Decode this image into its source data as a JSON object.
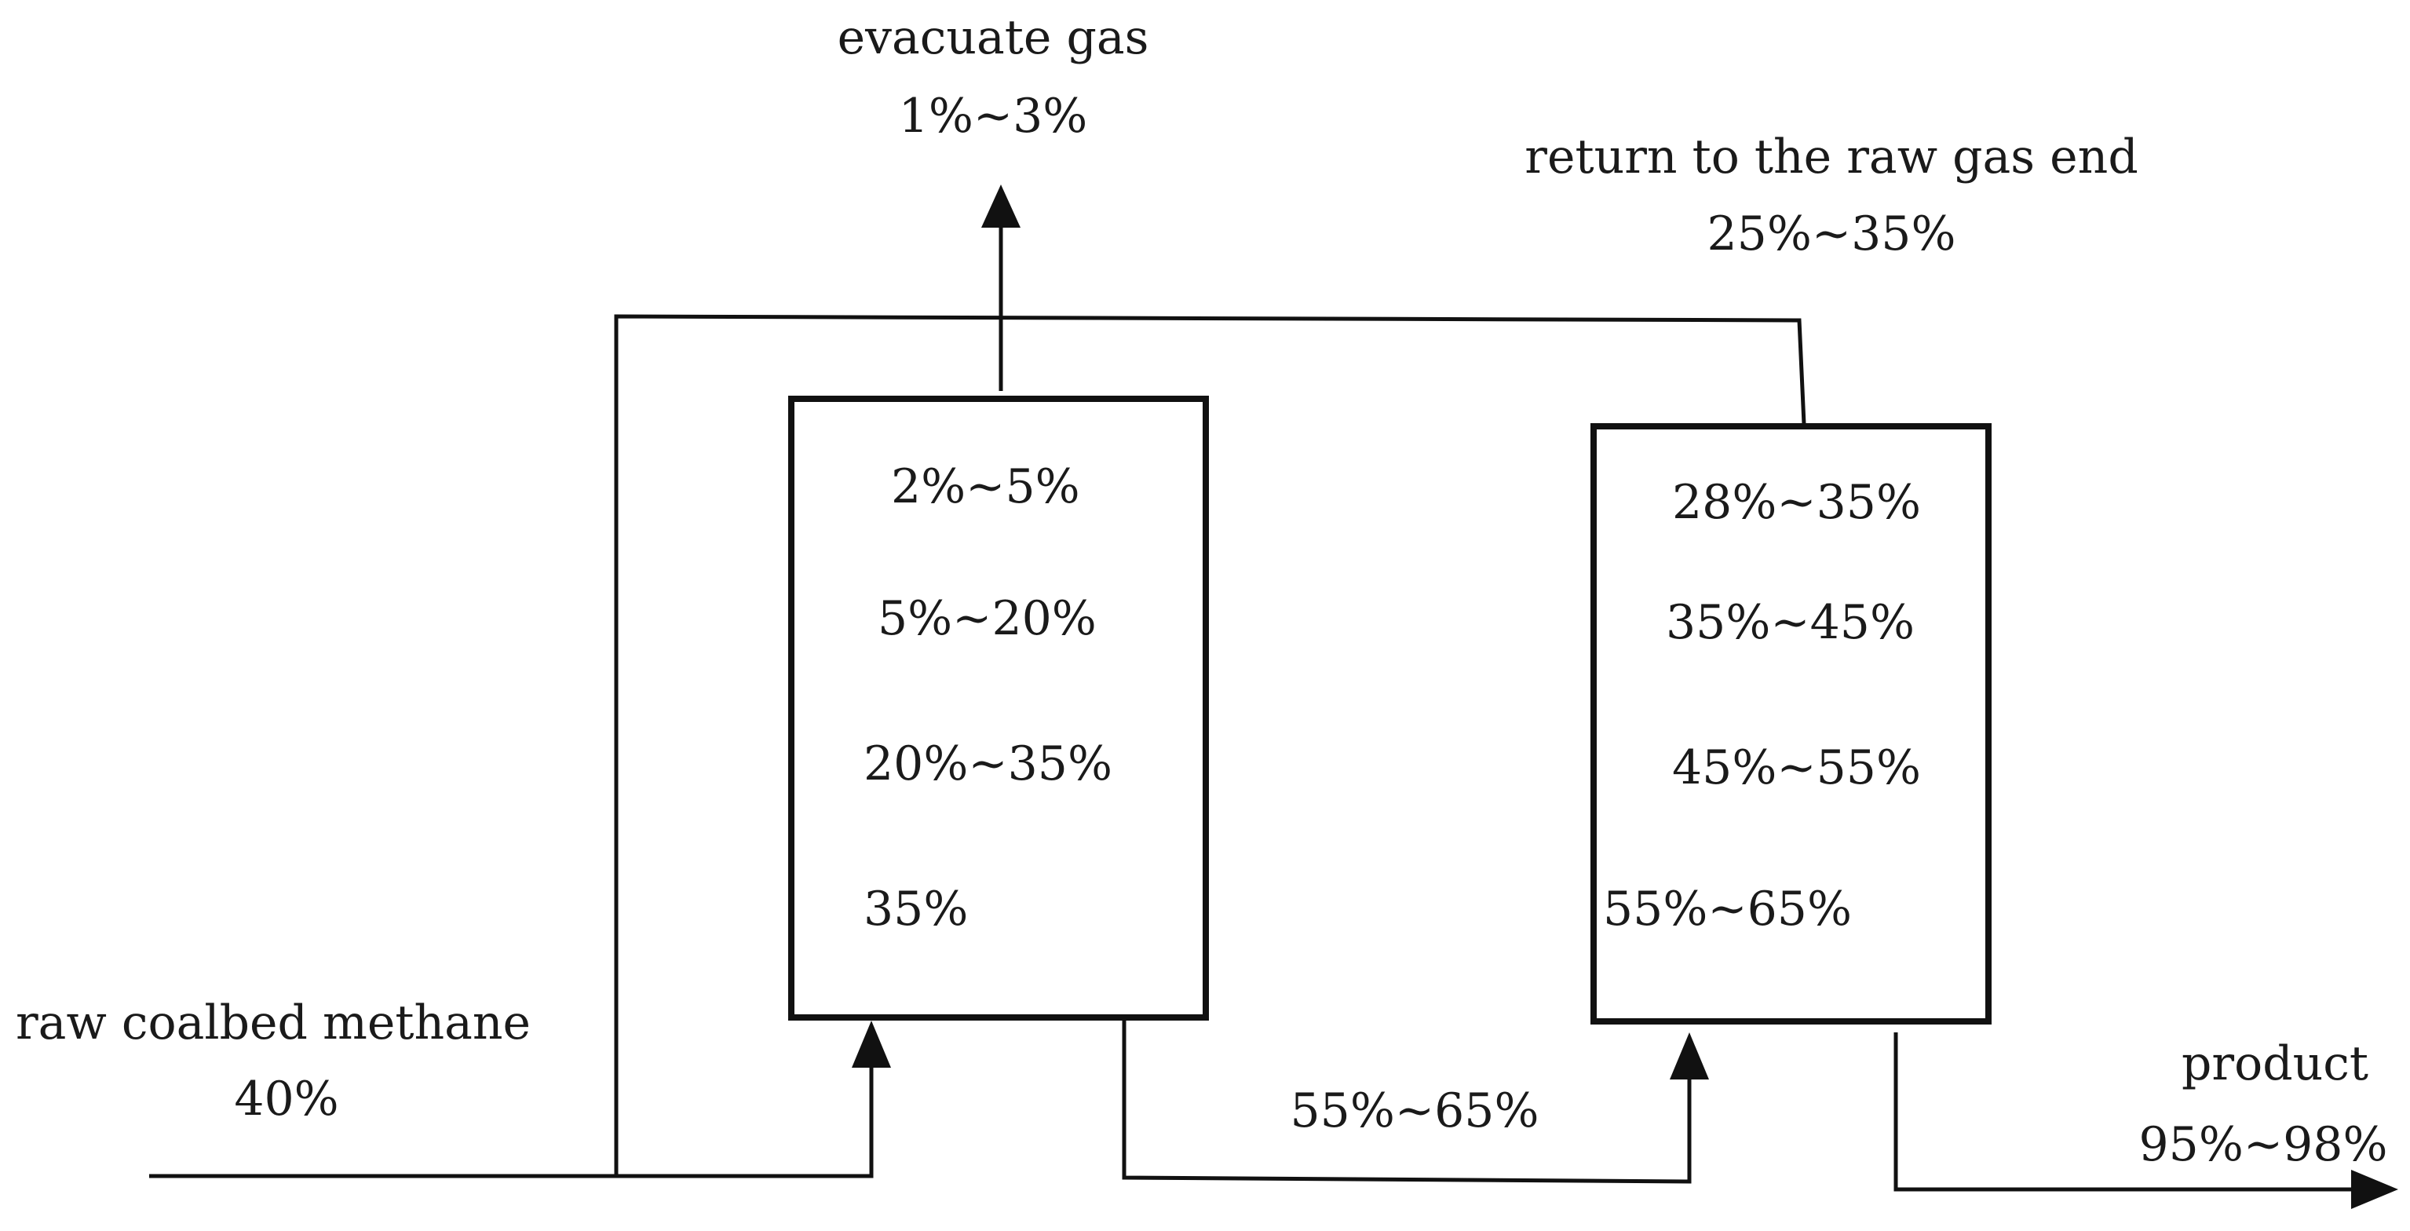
{
  "feed": {
    "label": "raw coalbed methane",
    "concentration": "40%"
  },
  "evacuate": {
    "label": "evacuate gas",
    "concentration": "1%~3%"
  },
  "recycle": {
    "label": "return to the raw gas end",
    "concentration": "25%~35%"
  },
  "product": {
    "label": "product",
    "concentration": "95%~98%"
  },
  "intermediate": {
    "concentration": "55%~65%"
  },
  "column1": {
    "zones": [
      "2%~5%",
      "5%~20%",
      "20%~35%",
      "35%"
    ]
  },
  "column2": {
    "zones": [
      "28%~35%",
      "35%~45%",
      "45%~55%",
      "55%~65%"
    ]
  }
}
